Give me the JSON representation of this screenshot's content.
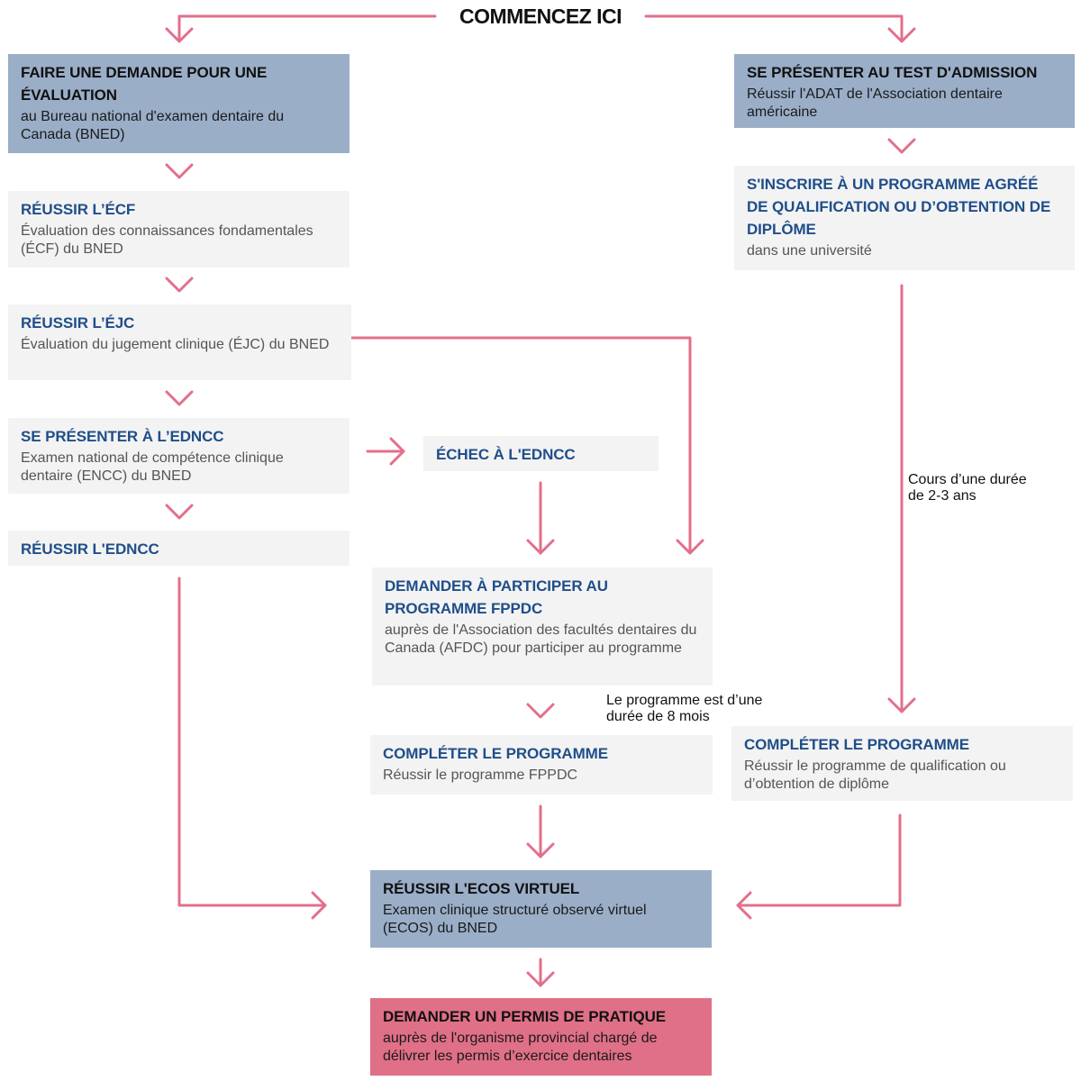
{
  "start": "COMMENCEZ ICI",
  "steps": {
    "bned_eval": {
      "title": "FAIRE UNE DEMANDE POUR UNE ÉVALUATION",
      "sub": "au Bureau national d'examen dentaire du Canada (BNED)"
    },
    "ecf": {
      "title": "RÉUSSIR L’ÉCF",
      "sub": "Évaluation des connaissances fondamentales (ÉCF) du BNED"
    },
    "ejc": {
      "title": "RÉUSSIR L’ÉJC",
      "sub": "Évaluation du jugement clinique (ÉJC) du BNED"
    },
    "edncc": {
      "title": "SE PRÉSENTER À  L’EDNCC",
      "sub": "Examen national de compétence clinique dentaire (ENCC) du BNED"
    },
    "edncc_pass": {
      "title": "RÉUSSIR L'EDNCC"
    },
    "edncc_fail": {
      "title": "ÉCHEC À L'EDNCC"
    },
    "fppdc_apply": {
      "title": "DEMANDER À PARTICIPER AU PROGRAMME FPPDC",
      "sub": "auprès de l'Association des facultés dentaires du Canada (AFDC) pour participer au programme"
    },
    "fppdc_complete": {
      "title": "COMPLÉTER LE PROGRAMME",
      "sub": "Réussir le programme FPPDC"
    },
    "adat": {
      "title": "SE PRÉSENTER AU TEST D'ADMISSION",
      "sub": "Réussir l'ADAT de l'Association dentaire américaine"
    },
    "enroll": {
      "title": "S'INSCRIRE À UN PROGRAMME AGRÉÉ DE QUALIFICATION OU D’OBTENTION DE DIPLÔME",
      "sub": "dans une université"
    },
    "qual_complete": {
      "title": "COMPLÉTER LE PROGRAMME",
      "sub": "Réussir le programme de qualification ou d’obtention de diplôme"
    },
    "ecos": {
      "title": "RÉUSSIR  L'ECOS VIRTUEL",
      "sub": "Examen clinique structuré observé virtuel (ECOS) du BNED"
    },
    "license": {
      "title": "DEMANDER UN PERMIS DE PRATIQUE",
      "sub": "auprès de l'organisme provincial chargé de délivrer les permis d’exercice dentaires"
    }
  },
  "notes": {
    "fppdc_duration": "Le programme est d’une durée de 8 mois",
    "university_duration": "Cours d’une durée de 2-3 ans"
  },
  "colors": {
    "accent_pink": "#e07087",
    "box_blue": "#9aaec8",
    "box_grey": "#f3f3f3",
    "title_blue": "#1f4e8a",
    "connector": "#e36f8a"
  }
}
